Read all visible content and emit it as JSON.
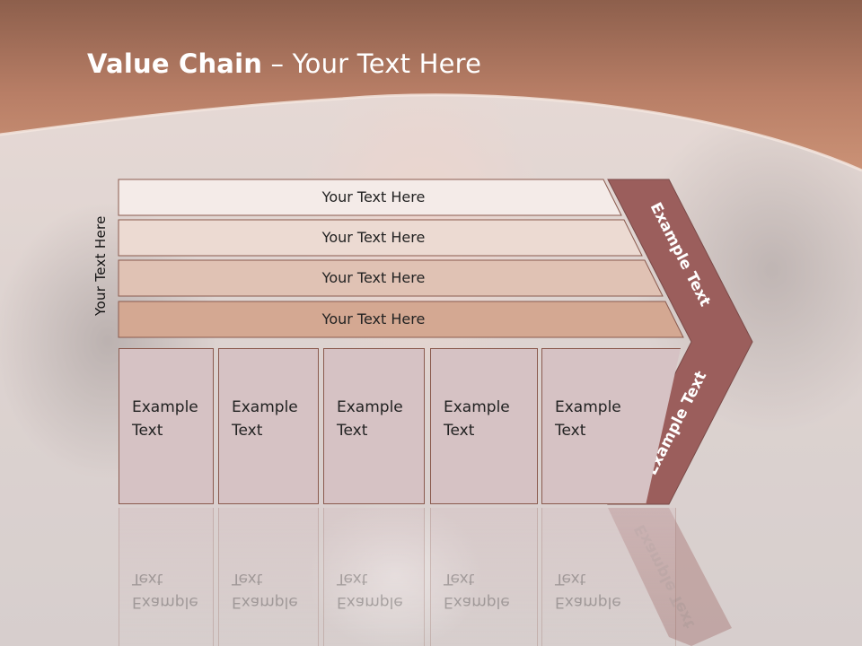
{
  "slide": {
    "title_bold": "Value Chain",
    "title_rest": " – Your Text Here",
    "side_label": "Your Text Here"
  },
  "rows": [
    {
      "label": "Your Text Here",
      "color": "#f4ebe8"
    },
    {
      "label": "Your Text Here",
      "color": "#ecdad2"
    },
    {
      "label": "Your Text Here",
      "color": "#e0c2b4"
    },
    {
      "label": "Your Text Here",
      "color": "#d4a892"
    }
  ],
  "boxes": [
    {
      "line1": "Example",
      "line2": "Text"
    },
    {
      "line1": "Example",
      "line2": "Text"
    },
    {
      "line1": "Example",
      "line2": "Text"
    },
    {
      "line1": "Example",
      "line2": "Text"
    },
    {
      "line1": "Example",
      "line2": "Text"
    }
  ],
  "chevron": {
    "upper_label": "Example Text",
    "lower_label": "Example Text",
    "color": "#9b5e5c"
  },
  "colors": {
    "header_band": "#c0896d",
    "box_fill": "#d6c2c4",
    "outline": "#8a5a4e"
  }
}
